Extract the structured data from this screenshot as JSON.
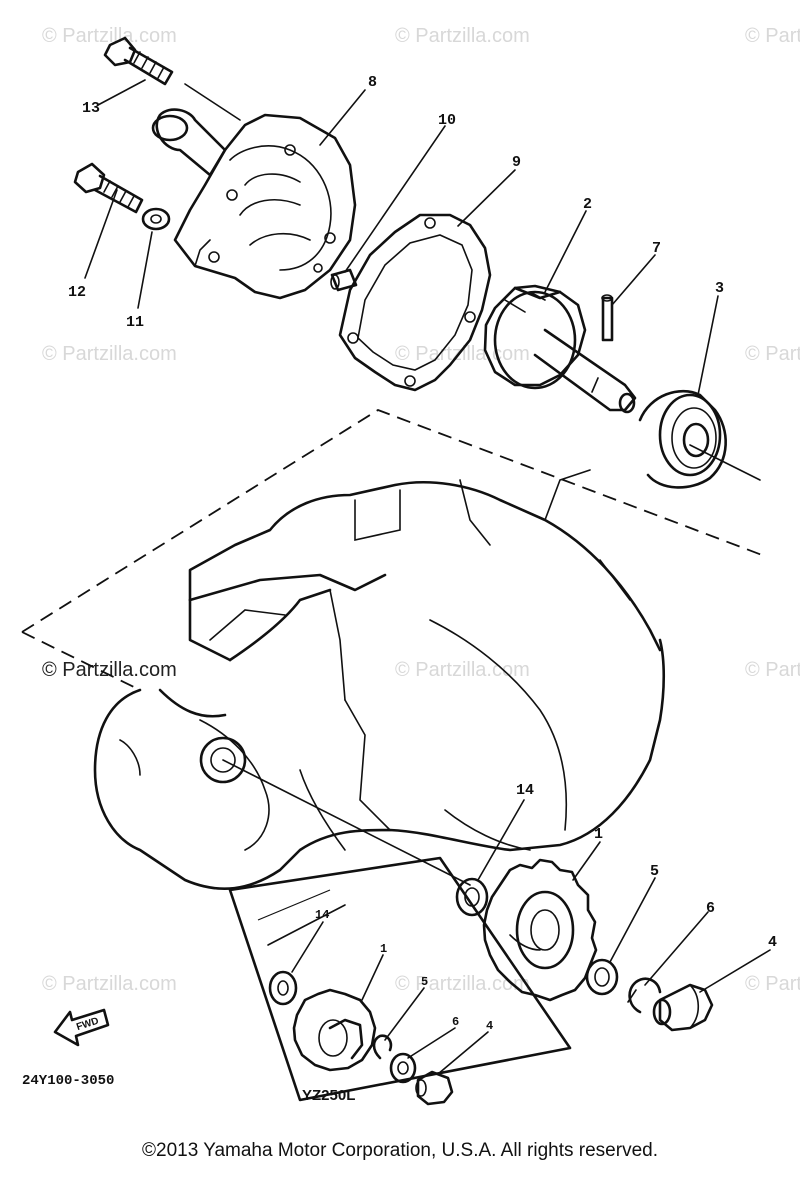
{
  "watermark": "© Partzilla.com",
  "diagram_code": "24Y100-3050",
  "inset_label": "YZ250L",
  "fwd_label": "FWD",
  "copyright": "©2013 Yamaha Motor Corporation, U.S.A. All rights reserved.",
  "callouts": {
    "n1": "1",
    "n2": "2",
    "n3": "3",
    "n4": "4",
    "n5": "5",
    "n6": "6",
    "n7": "7",
    "n8": "8",
    "n9": "9",
    "n10": "10",
    "n11": "11",
    "n12": "12",
    "n13": "13",
    "n14": "14",
    "i1": "1",
    "i4": "4",
    "i5": "5",
    "i6": "6",
    "i14": "14"
  }
}
